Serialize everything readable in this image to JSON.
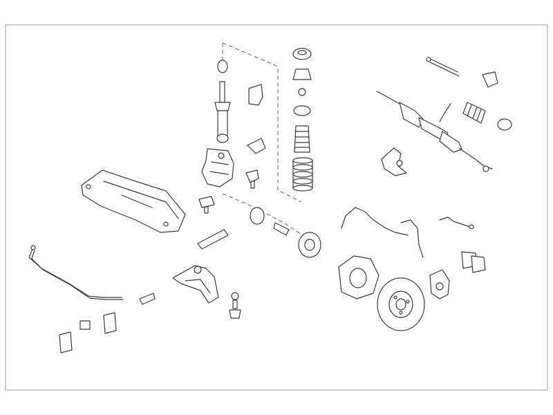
{
  "diagram": {
    "kind": "exploded-parts-view",
    "colors": {
      "line": "#3a3a3a",
      "background": "#ffffff",
      "frame": "#9a9a9a"
    },
    "parts": [
      "shock-absorber-rod",
      "strut-top-mount",
      "coil-spring",
      "dust-boot",
      "bump-stop",
      "steering-rack",
      "tie-rod",
      "steering-boot",
      "steering-knuckle",
      "subframe-crossmember",
      "stabilizer-bar",
      "control-arm",
      "ball-joint",
      "wheel-hub",
      "brake-shield",
      "brake-disc",
      "brake-caliper",
      "brake-pads",
      "brake-hose",
      "abs-sensor-cable",
      "stabilizer-bracket",
      "bushing"
    ]
  }
}
